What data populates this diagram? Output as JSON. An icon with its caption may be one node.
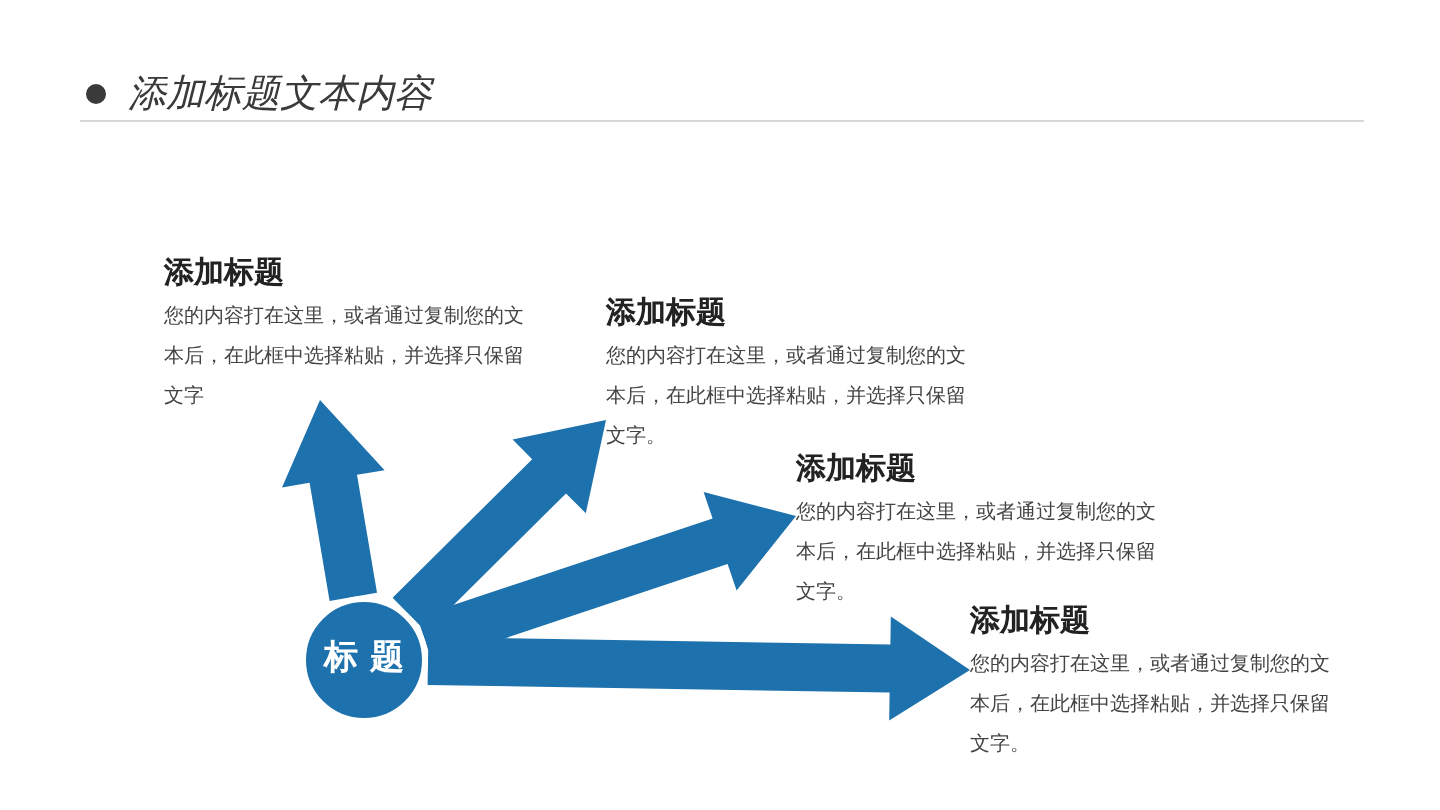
{
  "diagram": {
    "title": "添加标题文本内容",
    "nodes": [
      {
        "text": [
          "标 题"
        ]
      },
      {
        "text": [
          "添加标题",
          "您的内容打在这里，或者通过复制您的文本后，在此框中选择粘贴，并选择只保留文字"
        ]
      },
      {
        "text": [
          "添加标题",
          "您的内容打在这里，或者通过复制您的文本后，在此框中选择粘贴，并选择只保留文字。"
        ]
      },
      {
        "text": [
          "添加标题",
          "您的内容打在这里，或者通过复制您的文本后，在此框中选择粘贴，并选择只保留文字。"
        ]
      },
      {
        "text": [
          "添加标题",
          "您的内容打在这里，或者通过复制您的文本后，在此框中选择粘贴，并选择只保留文字。"
        ]
      }
    ],
    "edges": [
      {
        "from": 0,
        "to": 1,
        "arrow": "to",
        "style": "thick"
      },
      {
        "from": 0,
        "to": 2,
        "arrow": "to",
        "style": "thick"
      },
      {
        "from": 0,
        "to": 3,
        "arrow": "to",
        "style": "thick"
      },
      {
        "from": 0,
        "to": 4,
        "arrow": "to",
        "style": "thick"
      }
    ]
  }
}
